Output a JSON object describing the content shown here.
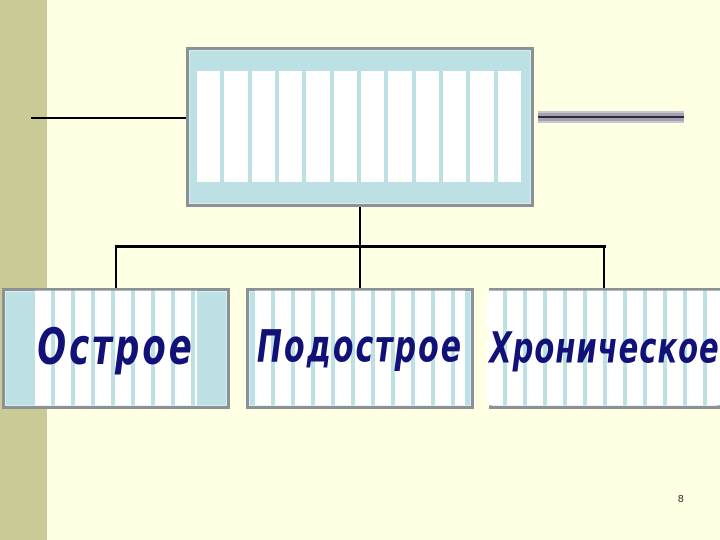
{
  "nodes": {
    "acute": "Острое",
    "subacute": "Подострое",
    "chronic": "Хроническое"
  },
  "footer": {
    "page_number": "8"
  }
}
